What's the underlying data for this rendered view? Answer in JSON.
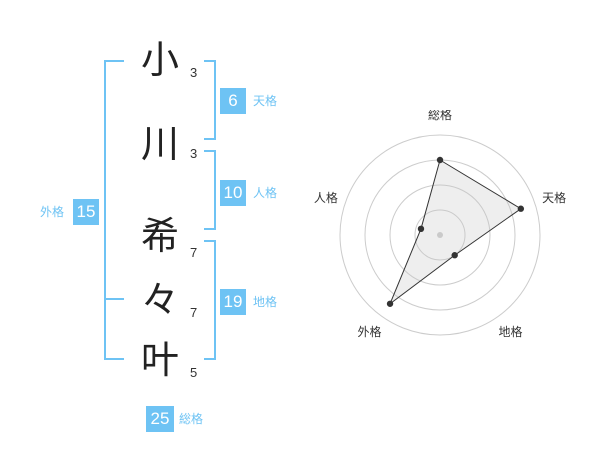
{
  "colors": {
    "accent": "#6ec3f4",
    "label": "#6ec3f4",
    "line": "#333333",
    "grid": "#cccccc"
  },
  "name_chars": [
    {
      "char": "小",
      "strokes": "3"
    },
    {
      "char": "川",
      "strokes": "3"
    },
    {
      "char": "希",
      "strokes": "7"
    },
    {
      "char": "々",
      "strokes": "7"
    },
    {
      "char": "叶",
      "strokes": "5"
    }
  ],
  "fortunes": {
    "tenkaku": {
      "value": "6",
      "label": "天格"
    },
    "jinkaku": {
      "value": "10",
      "label": "人格"
    },
    "chikaku": {
      "value": "19",
      "label": "地格"
    },
    "gaikaku": {
      "value": "15",
      "label": "外格"
    },
    "soukaku": {
      "value": "25",
      "label": "総格"
    }
  },
  "chart_data": {
    "type": "radar",
    "axes": [
      "総格",
      "天格",
      "地格",
      "外格",
      "人格"
    ],
    "values": [
      0.75,
      0.85,
      0.25,
      0.85,
      0.2
    ],
    "max": 1,
    "rings": 4,
    "grid": true
  }
}
